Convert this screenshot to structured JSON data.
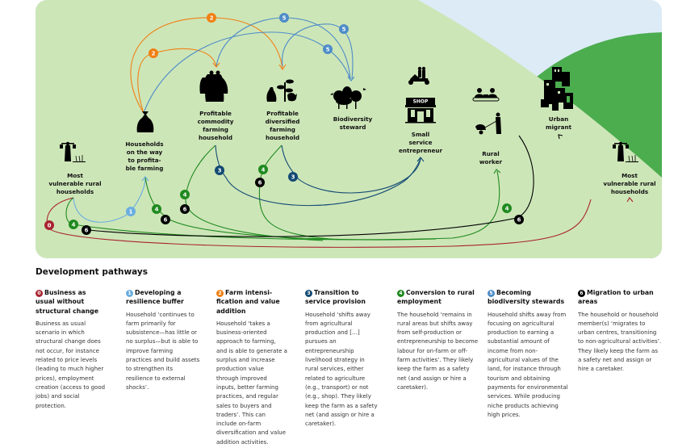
{
  "colors": {
    "panel_light": "#cde6b8",
    "sky": "#ddebf7",
    "hill_dark": "#4cad4f",
    "path_0": "#a8232f",
    "path_1": "#6aaee0",
    "path_2": "#f07f12",
    "path_3": "#124a73",
    "path_4": "#1f8a1f",
    "path_5": "#4d8cc8",
    "path_6": "#000000"
  },
  "nodes": {
    "most_vulnerable_left": {
      "label": [
        "Most",
        "vulnerable rural",
        "households"
      ],
      "icon": "farmer-carrying-baskets-icon"
    },
    "on_the_way": {
      "label": [
        "Households",
        "on the way",
        "to profita-",
        "ble farming"
      ],
      "icon": "grain-sack-icon"
    },
    "commodity": {
      "label": [
        "Profitable",
        "commodity",
        "farming",
        "household"
      ],
      "icon": "multiple-sacks-icon"
    },
    "diversified": {
      "label": [
        "Profitable",
        "diversified",
        "farming",
        "household"
      ],
      "icon": "sack-plant-chicken-icon"
    },
    "biodiversity": {
      "label": [
        "Biodiversity",
        "steward"
      ],
      "icon": "trees-birds-icon"
    },
    "entrepreneur": {
      "label": [
        "Small",
        "service",
        "entrepreneur"
      ],
      "icon": "shop-scooter-icon",
      "shop_sign": "SHOP"
    },
    "rural_worker": {
      "label": [
        "Rural",
        "worker"
      ],
      "icon": "worker-wheelbarrow-icon"
    },
    "urban_migrant": {
      "label": [
        "Urban",
        "migrant"
      ],
      "icon": "city-buildings-icon"
    },
    "most_vulnerable_right": {
      "label": [
        "Most",
        "vulnerable rural",
        "households"
      ],
      "icon": "farmer-carrying-baskets-icon"
    }
  },
  "badges": [
    "0",
    "1",
    "2",
    "3",
    "4",
    "5",
    "6"
  ],
  "legend": {
    "title": "Development pathways",
    "pathways": [
      {
        "num": "0",
        "title": "Business as usual without structural change",
        "text": "Business as usual scenario in which structural change does not occur, for instance related to price levels (leading to much higher prices), employment creation (access to good jobs) and social protection."
      },
      {
        "num": "1",
        "title": "Developing a resilience buffer",
        "text": "Household ‘continues to farm primarily for subsistence—has little or no surplus—but is able to improve farming practices and build assets to strengthen its resilience to external shocks’."
      },
      {
        "num": "2",
        "title": "Farm intensi- fication and value addition",
        "text": "Household ‘takes a business-oriented approach to farming, and is able to generate a surplus and increase production value through improved inputs, better farming practices, and regular sales to buyers and traders’. This can include on-farm diversification and value addition activities."
      },
      {
        "num": "3",
        "title": "Transition to service provision",
        "text": "Household ‘shifts away from agricultural production and […] pursues an entrepreneurship livelihood strategy in rural services, either related to agriculture (e.g., transport) or not (e.g., shop). They likely keep the farm as a safety net (and assign or hire a caretaker)."
      },
      {
        "num": "4",
        "title": "Conversion to rural employment",
        "text": "The household ‘remains in rural areas but shifts away from self-production or entrepreneurship to become labour for on-farm or off-farm activities’. They likely keep the farm as a safety net (and assign or hire a caretaker)."
      },
      {
        "num": "5",
        "title": "Becoming biodiversity stewards",
        "text": "Household shifts away from focusing on agricultural production to earning a substantial amount of income from non-agricultural values of the land, for instance through tourism and obtaining payments for environmental services. While producing niche products achieving high prices."
      },
      {
        "num": "6",
        "title": "Migration to urban areas",
        "text": "The household or household member(s) ‘migrates to urban centres, transitioning to non-agricultural activities’. They likely keep the farm as a safety net and assign or hire a caretaker."
      }
    ]
  }
}
